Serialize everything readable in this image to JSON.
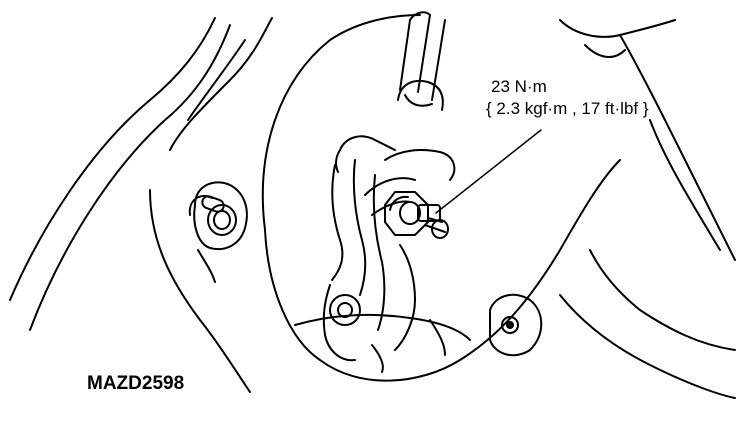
{
  "callout": {
    "torque_value": "23 N·m",
    "torque_alternates": "{ 2.3 kgf·m , 17 ft·lbf }"
  },
  "figure_id": "MAZD2598",
  "colors": {
    "ink": "#000000",
    "background": "#ffffff"
  }
}
